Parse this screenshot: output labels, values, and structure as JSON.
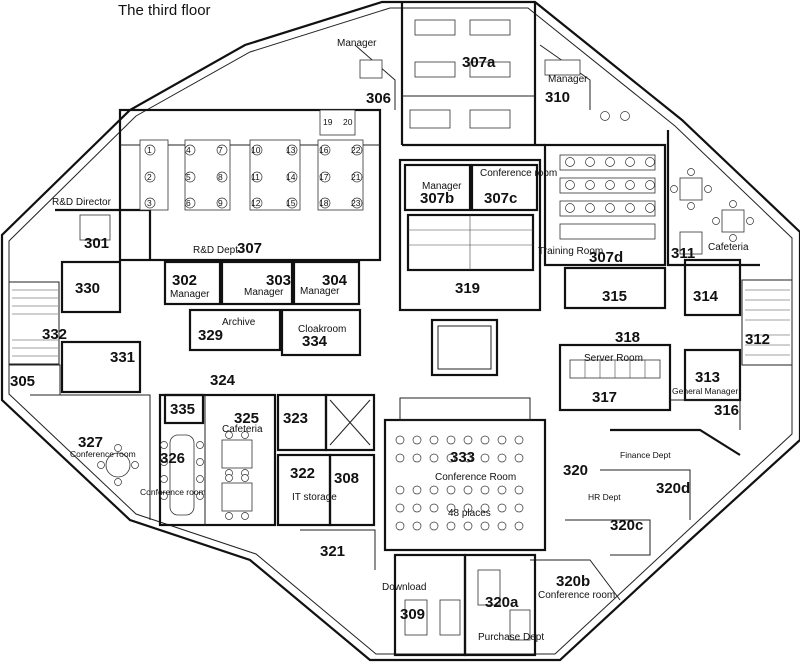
{
  "title": "The third floor",
  "rooms": [
    {
      "id": "r301",
      "text": "301"
    },
    {
      "id": "r302",
      "text": "302"
    },
    {
      "id": "r303",
      "text": "303"
    },
    {
      "id": "r304",
      "text": "304"
    },
    {
      "id": "r305",
      "text": "305"
    },
    {
      "id": "r306",
      "text": "306"
    },
    {
      "id": "r307",
      "text": "307"
    },
    {
      "id": "r307a",
      "text": "307a"
    },
    {
      "id": "r307b",
      "text": "307b"
    },
    {
      "id": "r307c",
      "text": "307c"
    },
    {
      "id": "r307d",
      "text": "307d"
    },
    {
      "id": "r308",
      "text": "308"
    },
    {
      "id": "r309",
      "text": "309"
    },
    {
      "id": "r310",
      "text": "310"
    },
    {
      "id": "r311",
      "text": "311"
    },
    {
      "id": "r312",
      "text": "312"
    },
    {
      "id": "r313",
      "text": "313"
    },
    {
      "id": "r314",
      "text": "314"
    },
    {
      "id": "r315",
      "text": "315"
    },
    {
      "id": "r316",
      "text": "316"
    },
    {
      "id": "r317",
      "text": "317"
    },
    {
      "id": "r318",
      "text": "318"
    },
    {
      "id": "r319",
      "text": "319"
    },
    {
      "id": "r320",
      "text": "320"
    },
    {
      "id": "r320a",
      "text": "320a"
    },
    {
      "id": "r320b",
      "text": "320b"
    },
    {
      "id": "r320c",
      "text": "320c"
    },
    {
      "id": "r320d",
      "text": "320d"
    },
    {
      "id": "r321",
      "text": "321"
    },
    {
      "id": "r322",
      "text": "322"
    },
    {
      "id": "r323",
      "text": "323"
    },
    {
      "id": "r324",
      "text": "324"
    },
    {
      "id": "r325",
      "text": "325"
    },
    {
      "id": "r326",
      "text": "326"
    },
    {
      "id": "r327",
      "text": "327"
    },
    {
      "id": "r329",
      "text": "329"
    },
    {
      "id": "r330",
      "text": "330"
    },
    {
      "id": "r331",
      "text": "331"
    },
    {
      "id": "r332",
      "text": "332"
    },
    {
      "id": "r333",
      "text": "333"
    },
    {
      "id": "r334",
      "text": "334"
    },
    {
      "id": "r335",
      "text": "335"
    }
  ],
  "labels": {
    "manager": "Manager",
    "rd_director": "R&D Director",
    "rd_dept": "R&D Dept",
    "archive": "Archive",
    "cloakroom": "Cloakroom",
    "conference_room": "Conference room",
    "conference_room_cap": "Conference Room",
    "places": "48 places",
    "training_room": "Training Room",
    "cafeteria": "Cafeteria",
    "server_room": "Server Room",
    "general_manager": "General Manager",
    "finance_dept": "Finance Dept",
    "hr_dept": "HR Dept",
    "it_storage": "IT storage",
    "download": "Download",
    "purchase_dept": "Purchase Dept"
  }
}
